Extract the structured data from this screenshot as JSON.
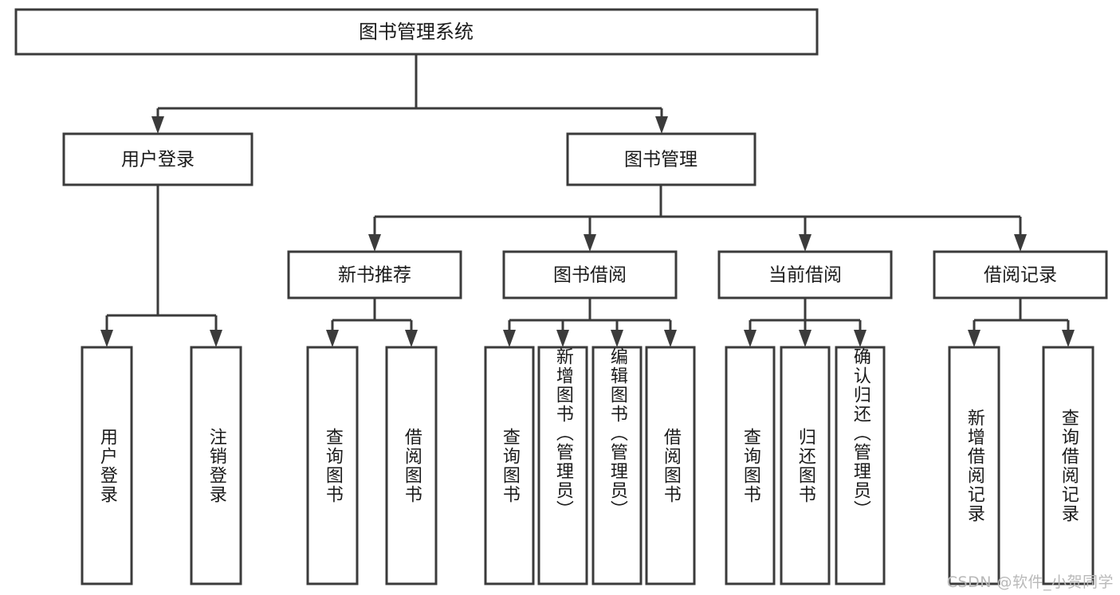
{
  "diagram": {
    "type": "tree",
    "title": "图书管理系统",
    "watermark": "CSDN @软件_小贺同学",
    "colors": {
      "stroke": "#3b3b3b",
      "fill": "#ffffff",
      "text": "#1a1a1a",
      "watermark": "#b9b9b9",
      "background": "#ffffff"
    },
    "root": {
      "label": "图书管理系统"
    },
    "level2": [
      {
        "label": "用户登录"
      },
      {
        "label": "图书管理"
      }
    ],
    "level3": [
      {
        "label": "新书推荐"
      },
      {
        "label": "图书借阅"
      },
      {
        "label": "当前借阅"
      },
      {
        "label": "借阅记录"
      }
    ],
    "leaves": {
      "user_login": [
        {
          "label": "用户登录"
        },
        {
          "label": "注销登录"
        }
      ],
      "new_book": [
        {
          "label": "查询图书"
        },
        {
          "label": "借阅图书"
        }
      ],
      "book_borrow": [
        {
          "label": "查询图书"
        },
        {
          "label": "新增图书（管理员）"
        },
        {
          "label": "编辑图书（管理员）"
        },
        {
          "label": "借阅图书"
        }
      ],
      "current_borrow": [
        {
          "label": "查询图书"
        },
        {
          "label": "归还图书"
        },
        {
          "label": "确认归还（管理员）"
        }
      ],
      "borrow_record": [
        {
          "label": "新增借阅记录"
        },
        {
          "label": "查询借阅记录"
        }
      ]
    }
  }
}
